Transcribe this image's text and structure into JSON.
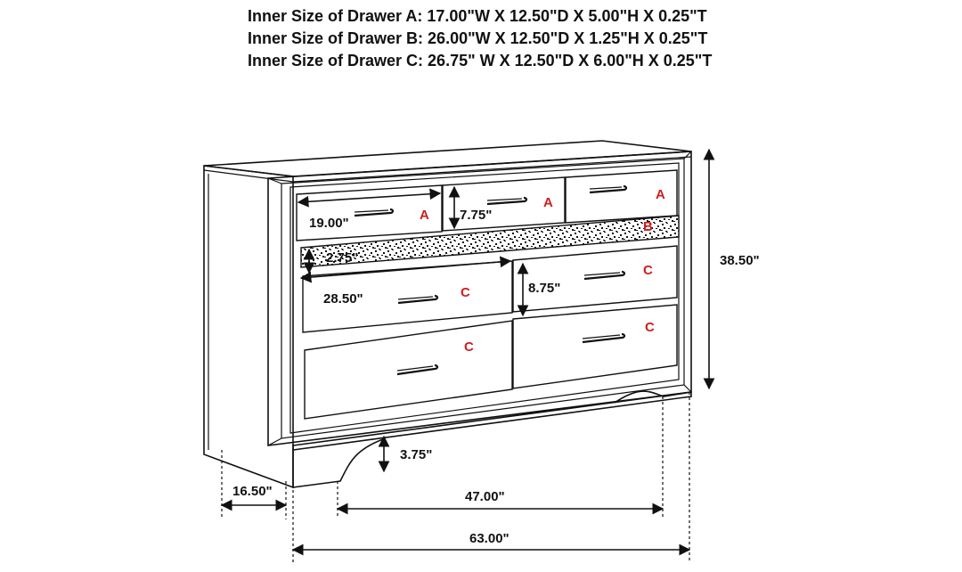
{
  "specs": [
    "Inner Size of Drawer A: 17.00\"W X 12.50\"D X 5.00\"H X 0.25\"T",
    "Inner Size of Drawer B: 26.00\"W X 12.50\"D X 1.25\"H X 0.25\"T",
    "Inner Size of Drawer C: 26.75\" W X 12.50\"D X 6.00\"H X 0.25\"T"
  ],
  "dimensions": {
    "drawer_width_a": "19.00\"",
    "drawer_height_a": "7.75\"",
    "drawer_height_b": "2.75\"",
    "drawer_width_c": "28.50\"",
    "drawer_height_c": "8.75\"",
    "overall_height": "38.50\"",
    "leg_height": "3.75\"",
    "depth": "16.50\"",
    "leg_span": "47.00\"",
    "overall_width": "63.00\""
  },
  "labels": {
    "a": "A",
    "b": "B",
    "c": "C"
  },
  "colors": {
    "label": "#cc1f1f",
    "line": "#111111"
  }
}
